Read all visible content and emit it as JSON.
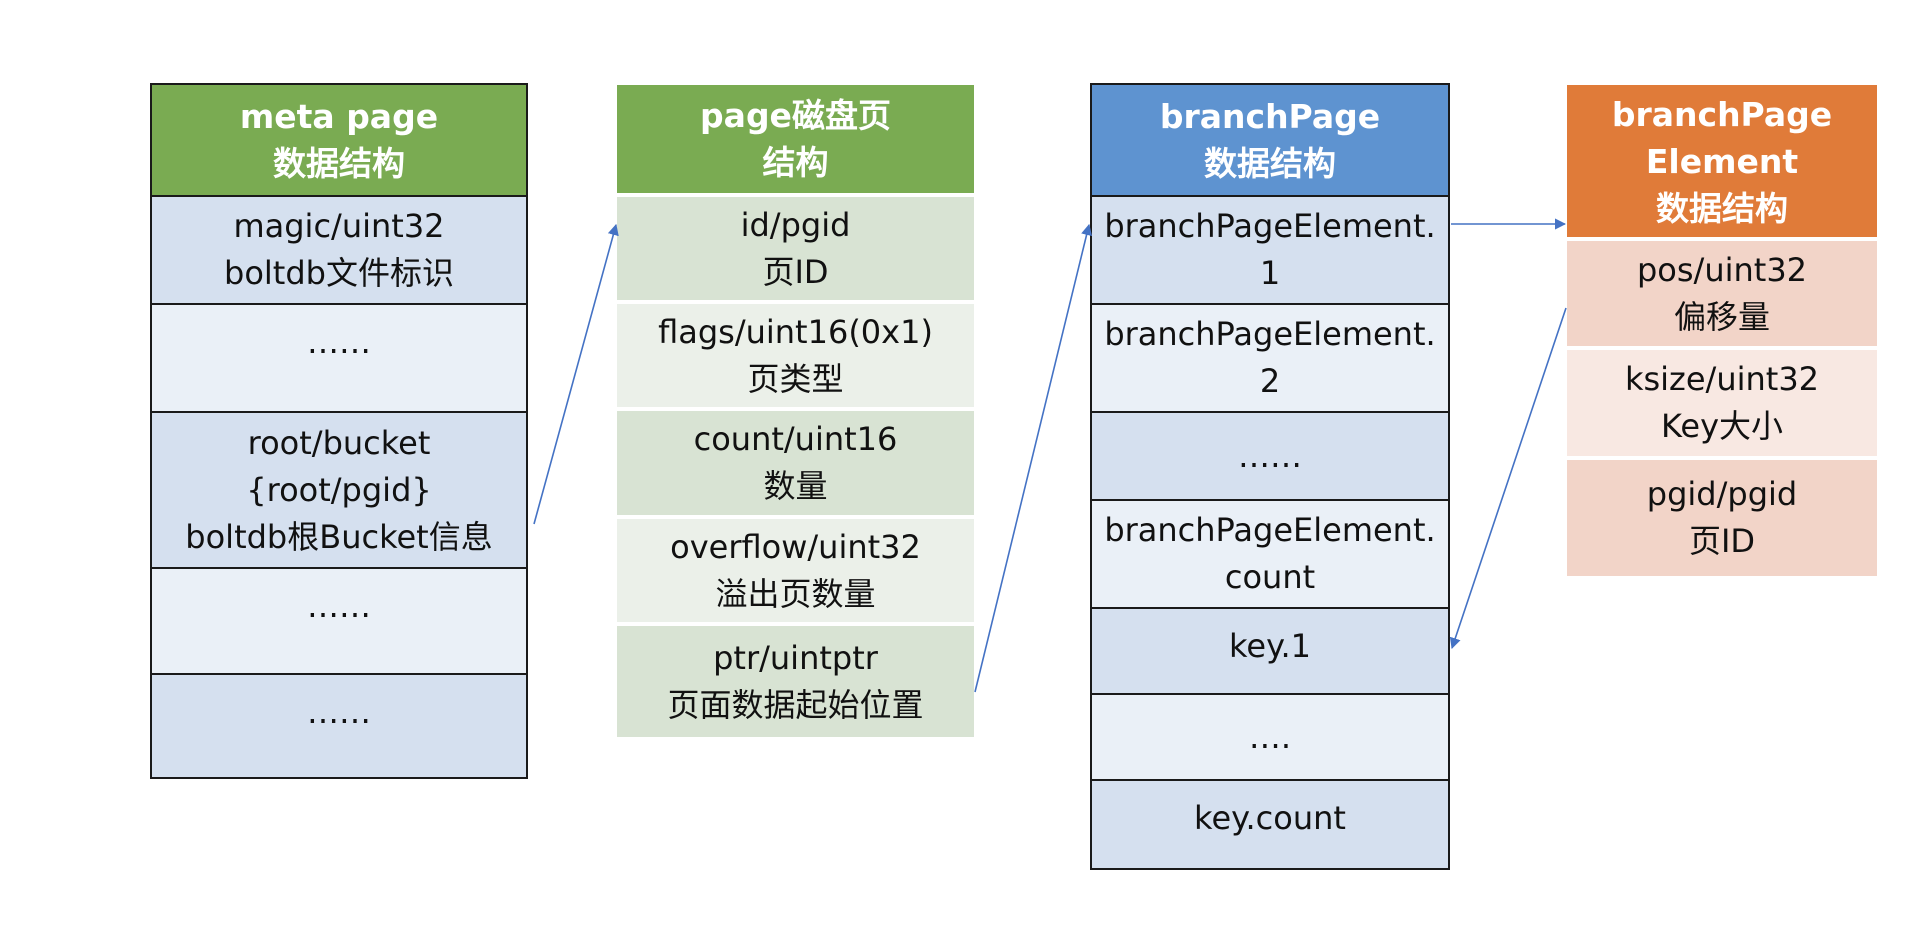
{
  "meta_table": {
    "header": [
      "meta page",
      "数据结构"
    ],
    "rows": [
      [
        "magic/uint32",
        "boltdb文件标识"
      ],
      [
        "……"
      ],
      [
        "root/bucket",
        "{root/pgid}",
        "boltdb根Bucket信息"
      ],
      [
        "……"
      ],
      [
        "……"
      ]
    ]
  },
  "page_table": {
    "header": [
      "page磁盘页",
      "结构"
    ],
    "rows": [
      [
        "id/pgid",
        "页ID"
      ],
      [
        "flags/uint16(0x1)",
        "页类型"
      ],
      [
        "count/uint16",
        "数量"
      ],
      [
        "overflow/uint32",
        "溢出页数量"
      ],
      [
        "ptr/uintptr",
        "页面数据起始位置"
      ]
    ]
  },
  "branch_table": {
    "header": [
      "branchPage",
      "数据结构"
    ],
    "rows": [
      [
        "branchPageElement.",
        "1"
      ],
      [
        "branchPageElement.",
        "2"
      ],
      [
        "……"
      ],
      [
        "branchPageElement.",
        "count"
      ],
      [
        "key.1"
      ],
      [
        "…."
      ],
      [
        "key.count"
      ]
    ]
  },
  "element_table": {
    "header": [
      "branchPage",
      "Element",
      "数据结构"
    ],
    "rows": [
      [
        "pos/uint32",
        "偏移量"
      ],
      [
        "ksize/uint32",
        "Key大小"
      ],
      [
        "pgid/pgid",
        "页ID"
      ]
    ]
  },
  "colors": {
    "green_header": "#7aab52",
    "blue_header": "#5e93d0",
    "orange_header": "#e07b39",
    "arrow": "#4472c4"
  }
}
